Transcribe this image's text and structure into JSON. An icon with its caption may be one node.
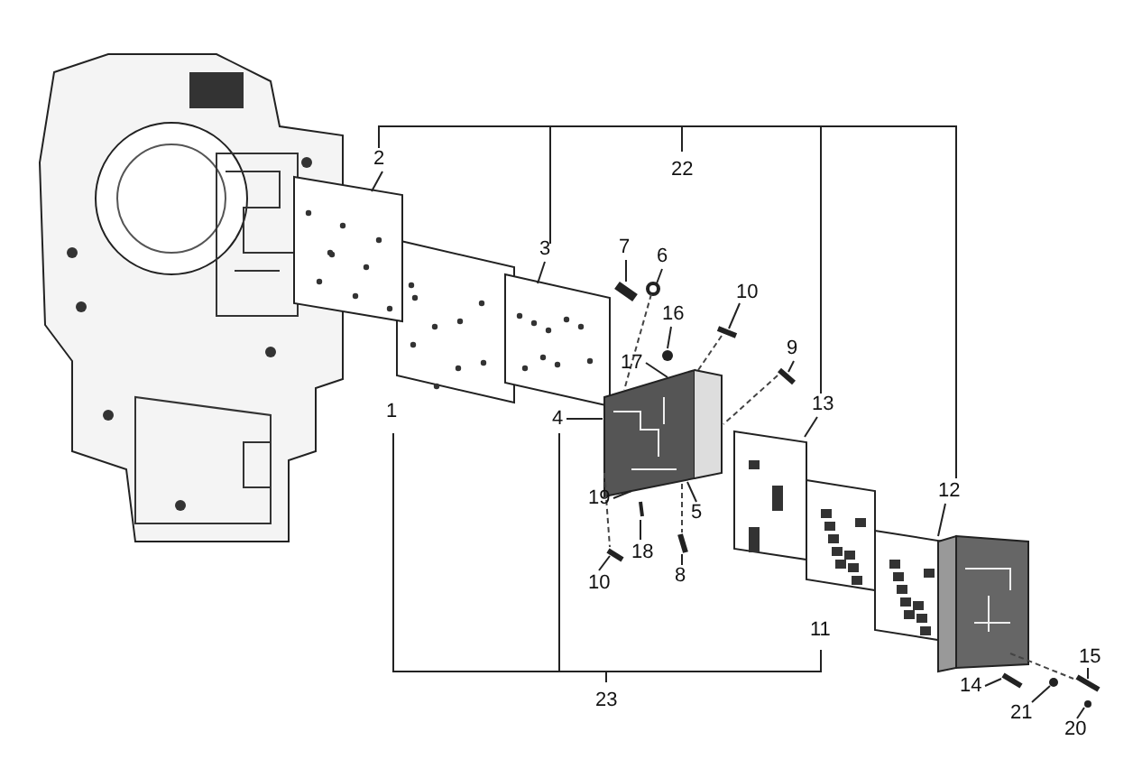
{
  "diagram": {
    "nodes": [
      {
        "text": [
          "2"
        ]
      },
      {
        "text": [
          "3"
        ]
      },
      {
        "text": [
          "7"
        ]
      },
      {
        "text": [
          "6"
        ]
      },
      {
        "text": [
          "10"
        ]
      },
      {
        "text": [
          "16"
        ]
      },
      {
        "text": [
          "17"
        ]
      },
      {
        "text": [
          "9"
        ]
      },
      {
        "text": [
          "4"
        ]
      },
      {
        "text": [
          "13"
        ]
      },
      {
        "text": [
          "12"
        ]
      },
      {
        "text": [
          "19"
        ]
      },
      {
        "text": [
          "18"
        ]
      },
      {
        "text": [
          "5"
        ]
      },
      {
        "text": [
          "10"
        ]
      },
      {
        "text": [
          "8"
        ]
      },
      {
        "text": [
          "14"
        ]
      },
      {
        "text": [
          "21"
        ]
      },
      {
        "text": [
          "15"
        ]
      },
      {
        "text": [
          "20"
        ]
      },
      {
        "text": [],
        "shape": "picture"
      },
      {
        "text": [],
        "shape": "picture"
      },
      {
        "text": [],
        "shape": "picture"
      },
      {
        "text": [],
        "shape": "circle"
      },
      {
        "text": [],
        "shape": "picture"
      },
      {
        "text": [],
        "shape": "circle"
      },
      {
        "text": [],
        "shape": "picture"
      },
      {
        "text": [],
        "shape": "picture"
      },
      {
        "text": [],
        "shape": "picture"
      },
      {
        "text": [],
        "shape": "picture"
      },
      {
        "text": [],
        "shape": "picture"
      },
      {
        "text": [],
        "shape": "picture"
      },
      {
        "text": [],
        "shape": "picture"
      },
      {
        "text": [],
        "shape": "picture"
      },
      {
        "text": [],
        "shape": "circle"
      },
      {
        "text": [],
        "shape": "picture"
      },
      {
        "text": [],
        "shape": "circle"
      },
      {
        "text": [],
        "shape": "picture"
      }
    ],
    "edges": [
      {
        "from": 0,
        "to": 20,
        "arrow": "none"
      },
      {
        "from": 1,
        "to": 21,
        "arrow": "none"
      },
      {
        "from": 2,
        "to": 22,
        "arrow": "none"
      },
      {
        "from": 3,
        "to": 23,
        "arrow": "none"
      },
      {
        "from": 4,
        "to": 24,
        "arrow": "none"
      },
      {
        "from": 5,
        "to": 25,
        "arrow": "none"
      },
      {
        "from": 6,
        "to": 26,
        "arrow": "none"
      },
      {
        "from": 7,
        "to": 27,
        "arrow": "none"
      },
      {
        "from": 8,
        "to": 26,
        "arrow": "none"
      },
      {
        "from": 9,
        "to": 28,
        "arrow": "none"
      },
      {
        "from": 10,
        "to": 29,
        "arrow": "none"
      },
      {
        "from": 11,
        "to": 26,
        "arrow": "none"
      },
      {
        "from": 12,
        "to": 30,
        "arrow": "none"
      },
      {
        "from": 13,
        "to": 26,
        "arrow": "none"
      },
      {
        "from": 14,
        "to": 31,
        "arrow": "none"
      },
      {
        "from": 15,
        "to": 32,
        "arrow": "none"
      },
      {
        "from": 16,
        "to": 33,
        "arrow": "none"
      },
      {
        "from": 17,
        "to": 34,
        "arrow": "none"
      },
      {
        "from": 18,
        "to": 35,
        "arrow": "none"
      },
      {
        "from": 19,
        "to": 36,
        "arrow": "none"
      },
      {
        "from": 23,
        "to": 26,
        "arrow": "none",
        "style": "dashed"
      },
      {
        "from": 24,
        "to": 26,
        "arrow": "none",
        "style": "dashed"
      },
      {
        "from": 27,
        "to": 26,
        "arrow": "none",
        "style": "dashed"
      },
      {
        "from": 26,
        "to": 31,
        "arrow": "none",
        "style": "dashed"
      },
      {
        "from": 26,
        "to": 32,
        "arrow": "none",
        "style": "dashed"
      },
      {
        "from": 37,
        "to": 35,
        "arrow": "none",
        "style": "dashed"
      }
    ],
    "labels": [
      "22",
      "1",
      "11",
      "23"
    ]
  }
}
